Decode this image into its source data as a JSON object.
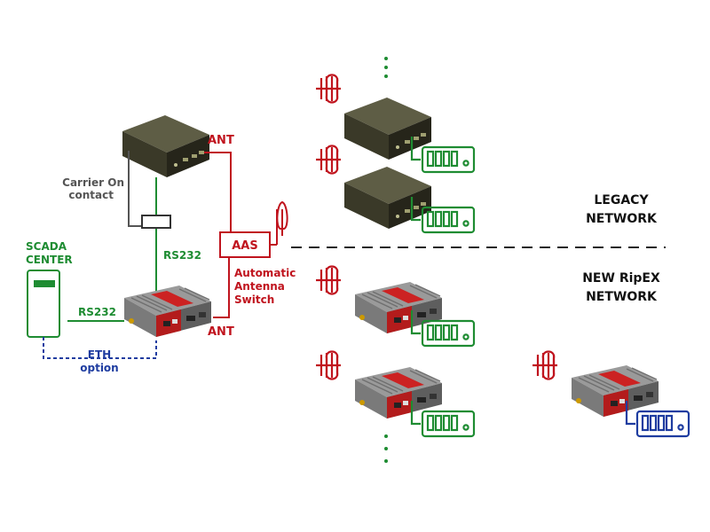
{
  "labels": {
    "ant_top": "ANT",
    "ant_bottom": "ANT",
    "carrier_line1": "Carrier On",
    "carrier_line2": "contact",
    "rs232_vertical": "RS232",
    "rs232_horizontal": "RS232",
    "aas": "AAS",
    "aas_desc1": "Automatic",
    "aas_desc2": "Antenna",
    "aas_desc3": "Switch",
    "scada1": "SCADA",
    "scada2": "CENTER",
    "eth1": "ETH",
    "eth2": "option",
    "legacy1": "LEGACY",
    "legacy2": "NETWORK",
    "new1": "NEW RipEX",
    "new2": "NETWORK"
  },
  "colors": {
    "red": "#c0141e",
    "green": "#1e8c32",
    "blue": "#1e3ca0",
    "gray": "#555555",
    "dark": "#222222"
  },
  "icons": {
    "legacy_radio": "legacy-radio-icon",
    "ripex_radio": "ripex-radio-icon",
    "yagi_antenna": "yagi-antenna-icon",
    "rtu": "rtu-device-icon",
    "scada_cabinet": "scada-cabinet-icon",
    "relay": "relay-icon",
    "omni_antenna": "omni-antenna-icon"
  }
}
